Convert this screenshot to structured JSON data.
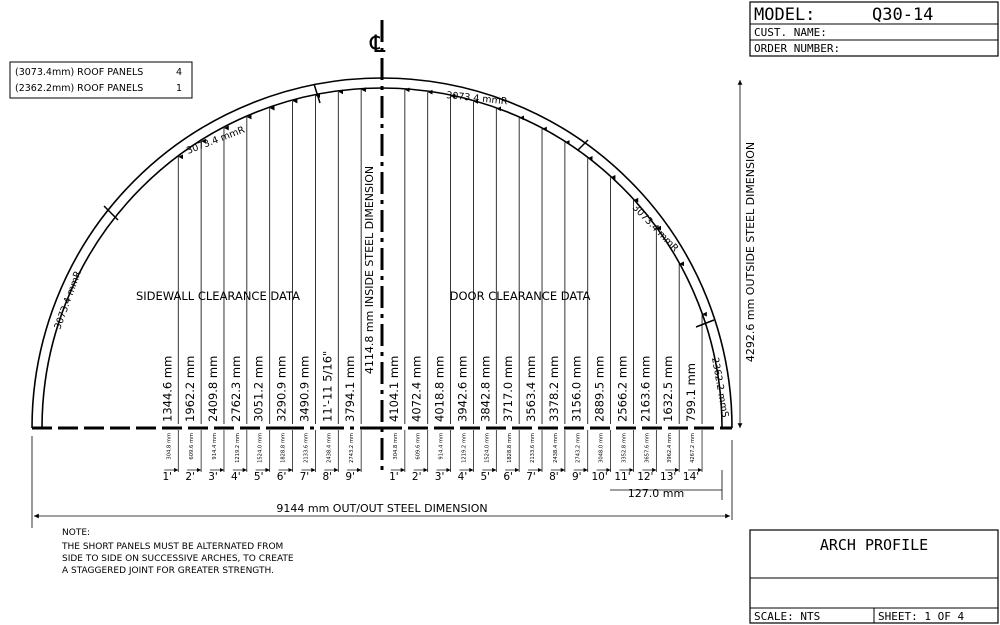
{
  "title_block": {
    "model_label": "MODEL:",
    "model_value": "Q30-14",
    "cust_name_label": "CUST. NAME:",
    "order_number_label": "ORDER NUMBER:",
    "drawing_title": "ARCH PROFILE",
    "scale": "SCALE:  NTS",
    "sheet": "SHEET:  1  OF  4"
  },
  "legend": [
    {
      "label": "(3073.4mm) ROOF PANELS",
      "count": "4"
    },
    {
      "label": "(2362.2mm) ROOF PANELS",
      "count": "1"
    }
  ],
  "centerline_symbol": "℄",
  "panel_labels": {
    "left_top": "3073.4 mmR",
    "left_side": "3073.4 mmR",
    "right_top": "3073.4 mmR",
    "right_side": "3073.4 mmR",
    "short_panel": "2362.2 mmS"
  },
  "section_titles": {
    "sidewall": "SIDEWALL CLEARANCE DATA",
    "door": "DOOR CLEARANCE DATA"
  },
  "inside_dim": "4114.8 mm INSIDE STEEL DIMENSION",
  "outside_dim": "4292.6 mm OUTSIDE STEEL DIMENSION",
  "overall_dim": "9144 mm OUT/OUT STEEL DIMENSION",
  "small_dim": "127.0 mm",
  "sidewall": {
    "heights": [
      "1344.6 mm",
      "1962.2 mm",
      "2409.8 mm",
      "2762.3 mm",
      "3051.2 mm",
      "3290.9 mm",
      "3490.9 mm",
      "11'-11 5/16\"",
      "3794.1 mm"
    ],
    "offsets": [
      "304.8 mm",
      "609.6 mm",
      "914.4 mm",
      "1219.2 mm",
      "1524.0 mm",
      "1828.8 mm",
      "2133.6 mm",
      "2438.4 mm",
      "2743.2 mm"
    ],
    "feet": [
      "1'",
      "2'",
      "3'",
      "4'",
      "5'",
      "6'",
      "7'",
      "8'",
      "9'"
    ]
  },
  "door": {
    "heights": [
      "4104.1 mm",
      "4072.4 mm",
      "4018.8 mm",
      "3942.6 mm",
      "3842.8 mm",
      "3717.0 mm",
      "3563.4 mm",
      "3378.2 mm",
      "3156.0 mm",
      "2889.5 mm",
      "2566.2 mm",
      "2163.6 mm",
      "1632.5 mm",
      "799.1 mm"
    ],
    "offsets": [
      "304.8 mm",
      "609.6 mm",
      "914.4 mm",
      "1219.2 mm",
      "1524.0 mm",
      "1828.8 mm",
      "2133.6 mm",
      "2438.4 mm",
      "2743.2 mm",
      "3048.0 mm",
      "3352.8 mm",
      "3657.6 mm",
      "3962.4 mm",
      "4267.2 mm"
    ],
    "feet": [
      "1'",
      "2'",
      "3'",
      "4'",
      "5'",
      "6'",
      "7'",
      "8'",
      "9'",
      "10'",
      "11'",
      "12'",
      "13'",
      "14'"
    ]
  },
  "note": {
    "heading": "NOTE:",
    "lines": [
      "THE SHORT PANELS MUST BE ALTERNATED FROM",
      "SIDE TO SIDE ON SUCCESSIVE ARCHES, TO CREATE",
      "A STAGGERED JOINT FOR GREATER STRENGTH."
    ]
  }
}
